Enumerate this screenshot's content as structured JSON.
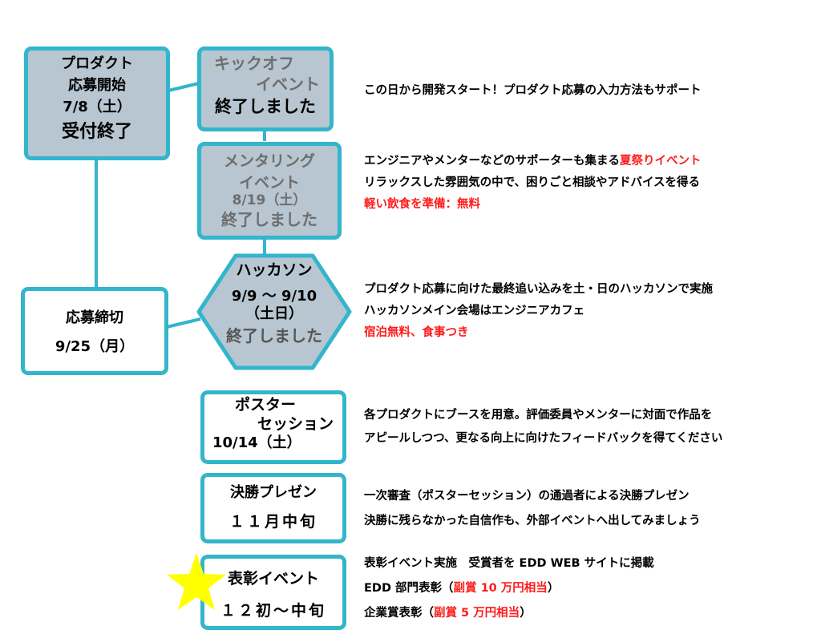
{
  "colors": {
    "border": "#33b5cc",
    "done_fill": "#b7c6d0",
    "highlight": "#ff1a1a",
    "star": "#ffff00"
  },
  "apply_start": {
    "l1": "プロダクト",
    "l2": "応募開始",
    "l3": "7/8（土）",
    "l4": "受付終了"
  },
  "apply_deadline": {
    "l1": "応募締切",
    "l2": "9/25（月）"
  },
  "kickoff": {
    "l1": "キックオフ",
    "l2": "イベント",
    "status": "終了しました",
    "desc": "この日から開発スタート！プロダクト応募の入力方法もサポート"
  },
  "mentoring": {
    "l1": "メンタリング",
    "l2": "イベント",
    "date": "8/19（土）",
    "status": "終了しました",
    "desc1a": "エンジニアやメンターなどのサポーターも集まる",
    "desc1b": "夏祭りイベント",
    "desc2": "リラックスした雰囲気の中で、困りごと相談やアドバイスを得る",
    "desc3": "軽い飲食を準備：無料"
  },
  "hackathon": {
    "l1": "ハッカソン",
    "date": "9/9 ～ 9/10",
    "days": "（土日）",
    "status": "終了しました",
    "desc1": "プロダクト応募に向けた最終追い込みを土・日のハッカソンで実施",
    "desc2": "ハッカソンメイン会場はエンジニアカフェ",
    "desc3": "宿泊無料、食事つき"
  },
  "poster": {
    "l1": "ポスター",
    "l2": "セッション",
    "date": "10/14（土）",
    "desc1": "各プロダクトにブースを用意。評価委員やメンターに対面で作品を",
    "desc2": "アピールしつつ、更なる向上に向けたフィードバックを得てください"
  },
  "final": {
    "l1": "決勝プレゼン",
    "date": "１１月中旬",
    "desc1": "一次審査（ポスターセッション）の通過者による決勝プレゼン",
    "desc2": "決勝に残らなかった自信作も、外部イベントへ出してみましょう"
  },
  "award": {
    "l1": "表彰イベント",
    "date": "１２初～中旬",
    "desc1": "表彰イベント実施　受賞者を EDD WEB サイトに掲載",
    "desc2a": "EDD 部門表彰（",
    "desc2b": "副賞 10 万円相当",
    "desc2c": "）",
    "desc3a": "企業賞表彰（",
    "desc3b": "副賞 5 万円相当",
    "desc3c": "）"
  }
}
